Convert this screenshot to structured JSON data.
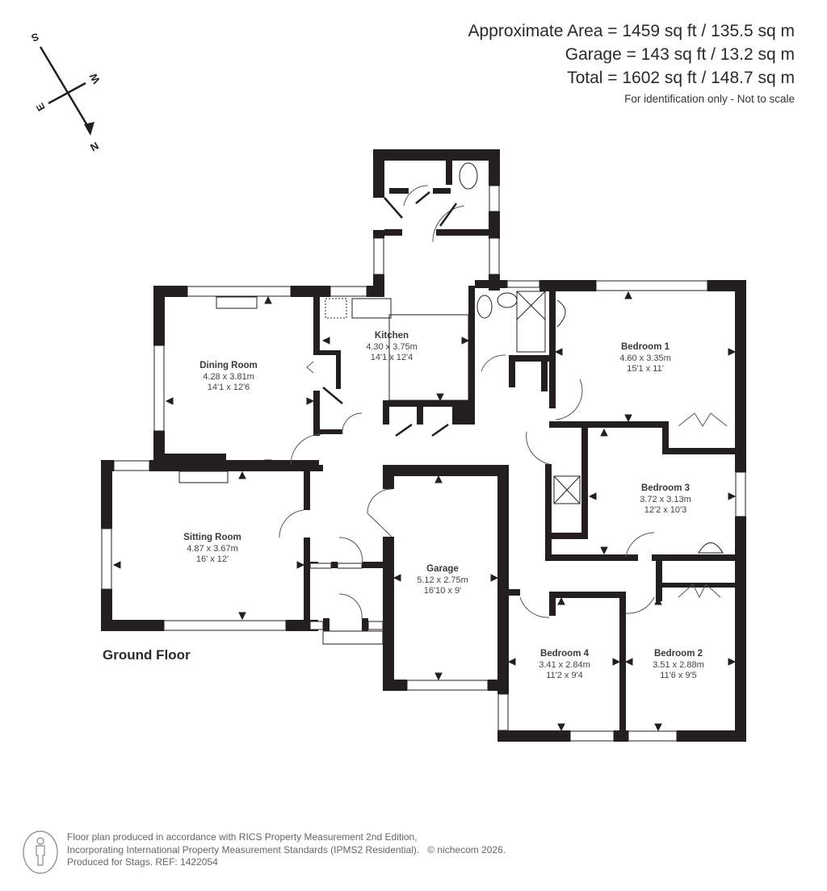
{
  "areas": {
    "approximate": "Approximate Area = 1459 sq ft / 135.5 sq m",
    "garage": "Garage = 143 sq ft / 13.2 sq m",
    "total": "Total = 1602 sq ft / 148.7 sq m",
    "note": "For identification only - Not to scale"
  },
  "compass": {
    "n": "N",
    "s": "S",
    "e": "E",
    "w": "W"
  },
  "floor_label": "Ground Floor",
  "rooms": {
    "kitchen": {
      "name": "Kitchen",
      "metric": "4.30 x 3.75m",
      "imperial": "14'1 x 12'4"
    },
    "dining": {
      "name": "Dining Room",
      "metric": "4.28 x 3.81m",
      "imperial": "14'1 x 12'6"
    },
    "bedroom1": {
      "name": "Bedroom 1",
      "metric": "4.60 x 3.35m",
      "imperial": "15'1 x 11'"
    },
    "bedroom3": {
      "name": "Bedroom 3",
      "metric": "3.72 x 3.13m",
      "imperial": "12'2 x 10'3"
    },
    "sitting": {
      "name": "Sitting Room",
      "metric": "4.87 x 3.67m",
      "imperial": "16' x 12'"
    },
    "garage": {
      "name": "Garage",
      "metric": "5.12 x 2.75m",
      "imperial": "16'10 x 9'"
    },
    "bedroom4": {
      "name": "Bedroom 4",
      "metric": "3.41 x 2.84m",
      "imperial": "11'2 x 9'4"
    },
    "bedroom2": {
      "name": "Bedroom 2",
      "metric": "3.51 x 2.88m",
      "imperial": "11'6 x 9'5"
    }
  },
  "footer": {
    "line1": "Floor plan produced in accordance with RICS Property Measurement 2nd Edition,",
    "line2": "Incorporating International Property Measurement Standards (IPMS2 Residential).",
    "copyright": "© nichecom 2026.",
    "line3": "Produced for Stags.   REF: 1422054"
  }
}
